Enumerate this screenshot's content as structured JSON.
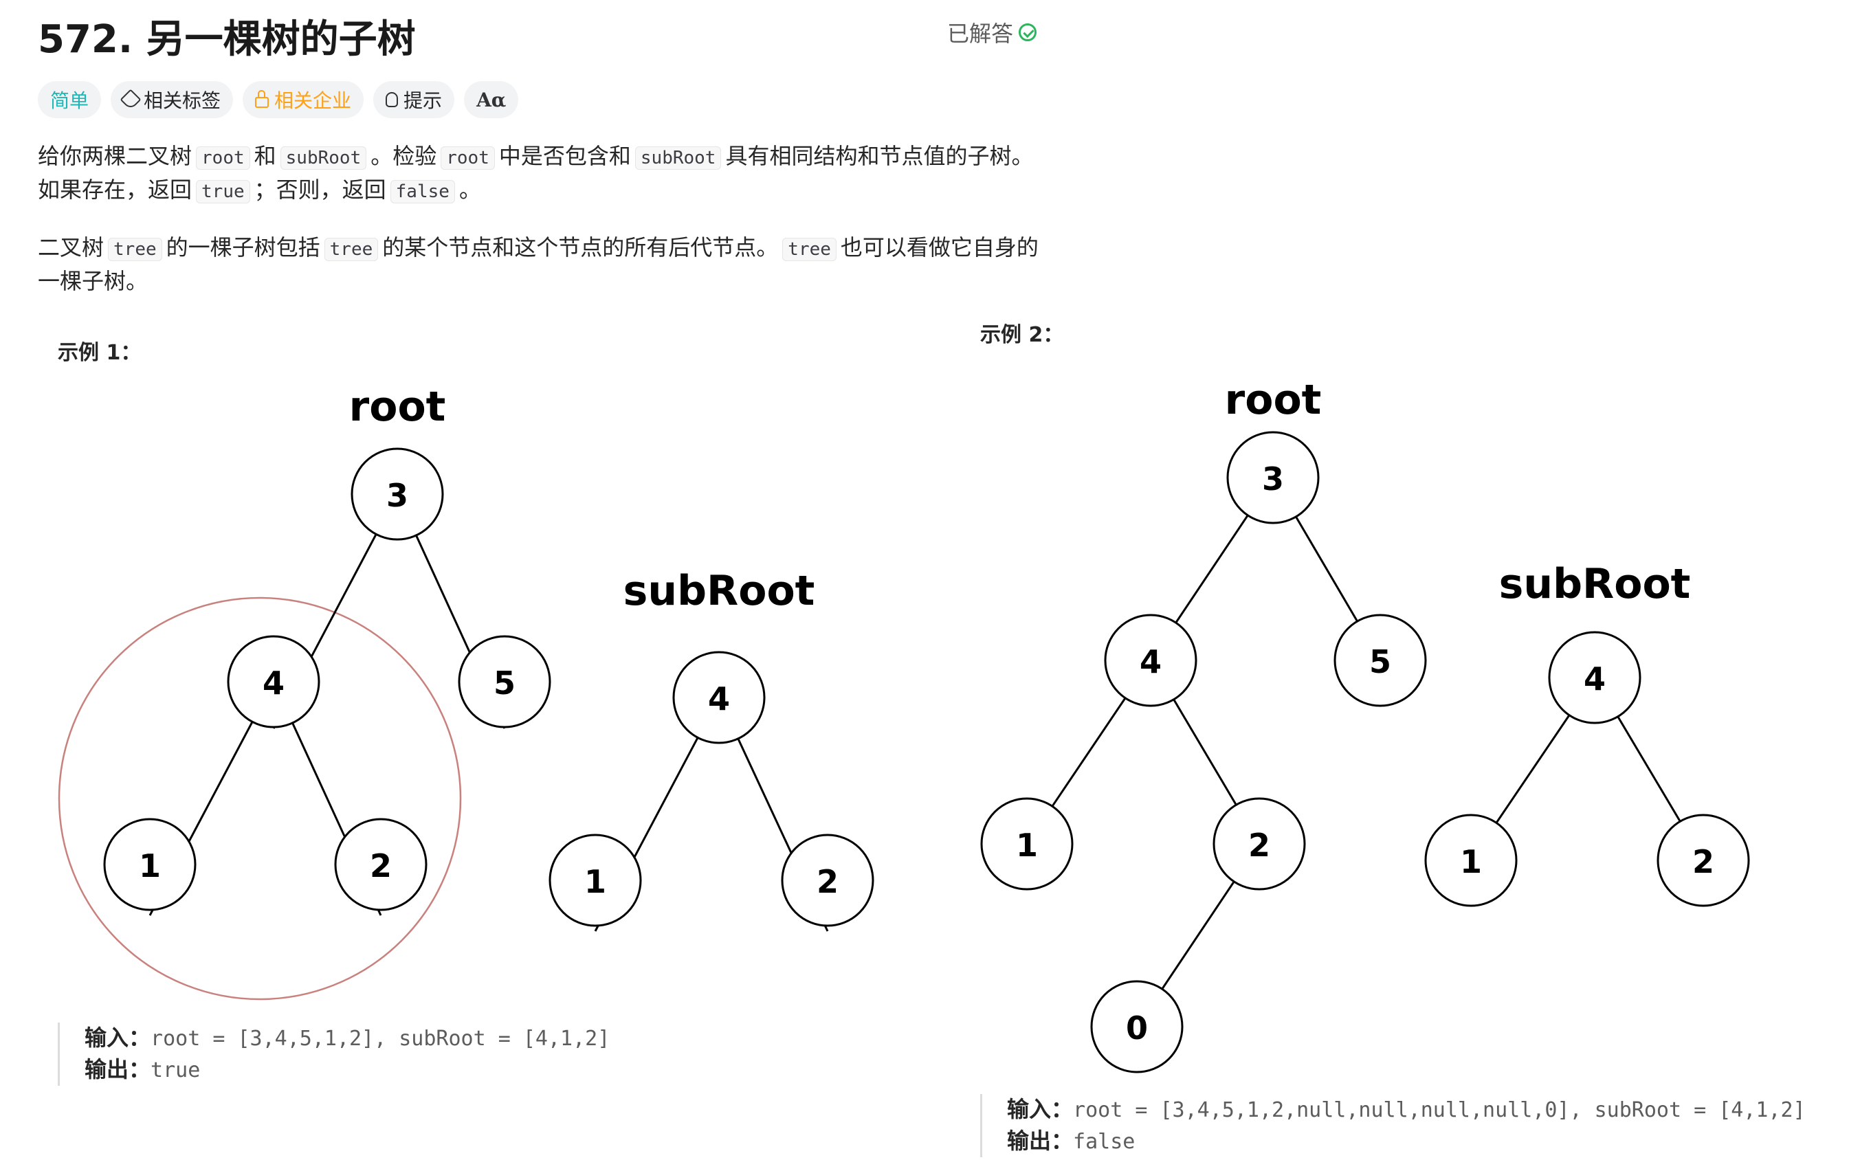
{
  "header": {
    "title": "572. 另一棵树的子树",
    "status_label": "已解答"
  },
  "tags": [
    {
      "label": "简单"
    },
    {
      "label": "相关标签"
    },
    {
      "label": "相关企业"
    },
    {
      "label": "提示"
    },
    {
      "label": "Aα"
    }
  ],
  "description": {
    "p1": [
      "给你两棵二叉树",
      "root",
      "和",
      "subRoot",
      "。检验",
      "root",
      "中是否包含和",
      "subRoot",
      "具有相同结构和节点值的子树。如果存在，返回",
      "true",
      "；否则，返回",
      "false",
      "。"
    ],
    "p2": [
      "二叉树",
      "tree",
      "的一棵子树包括",
      "tree",
      "的某个节点和这个节点的所有后代节点。",
      "tree",
      "也可以看做它自身的一棵子树。"
    ]
  },
  "examples": [
    {
      "heading": "示例 1：",
      "root_label": "root",
      "subroot_label": "subRoot",
      "root_nodes": [
        "3",
        "4",
        "5",
        "1",
        "2"
      ],
      "subroot_nodes": [
        "4",
        "1",
        "2"
      ],
      "input_key": "输入：",
      "input_value": "root = [3,4,5,1,2], subRoot = [4,1,2]",
      "output_key": "输出：",
      "output_value": "true"
    },
    {
      "heading": "示例 2：",
      "root_label": "root",
      "subroot_label": "subRoot",
      "root_nodes": [
        "3",
        "4",
        "5",
        "1",
        "2",
        "0"
      ],
      "subroot_nodes": [
        "4",
        "1",
        "2"
      ],
      "input_key": "输入：",
      "input_value": "root = [3,4,5,1,2,null,null,null,null,0], subRoot = [4,1,2]",
      "output_key": "输出：",
      "output_value": "false"
    }
  ],
  "colors": {
    "easy": "#1cb8b8",
    "company": "#ffa116",
    "solved_check": "#2db55d",
    "highlight_circle": "#c9817d"
  }
}
